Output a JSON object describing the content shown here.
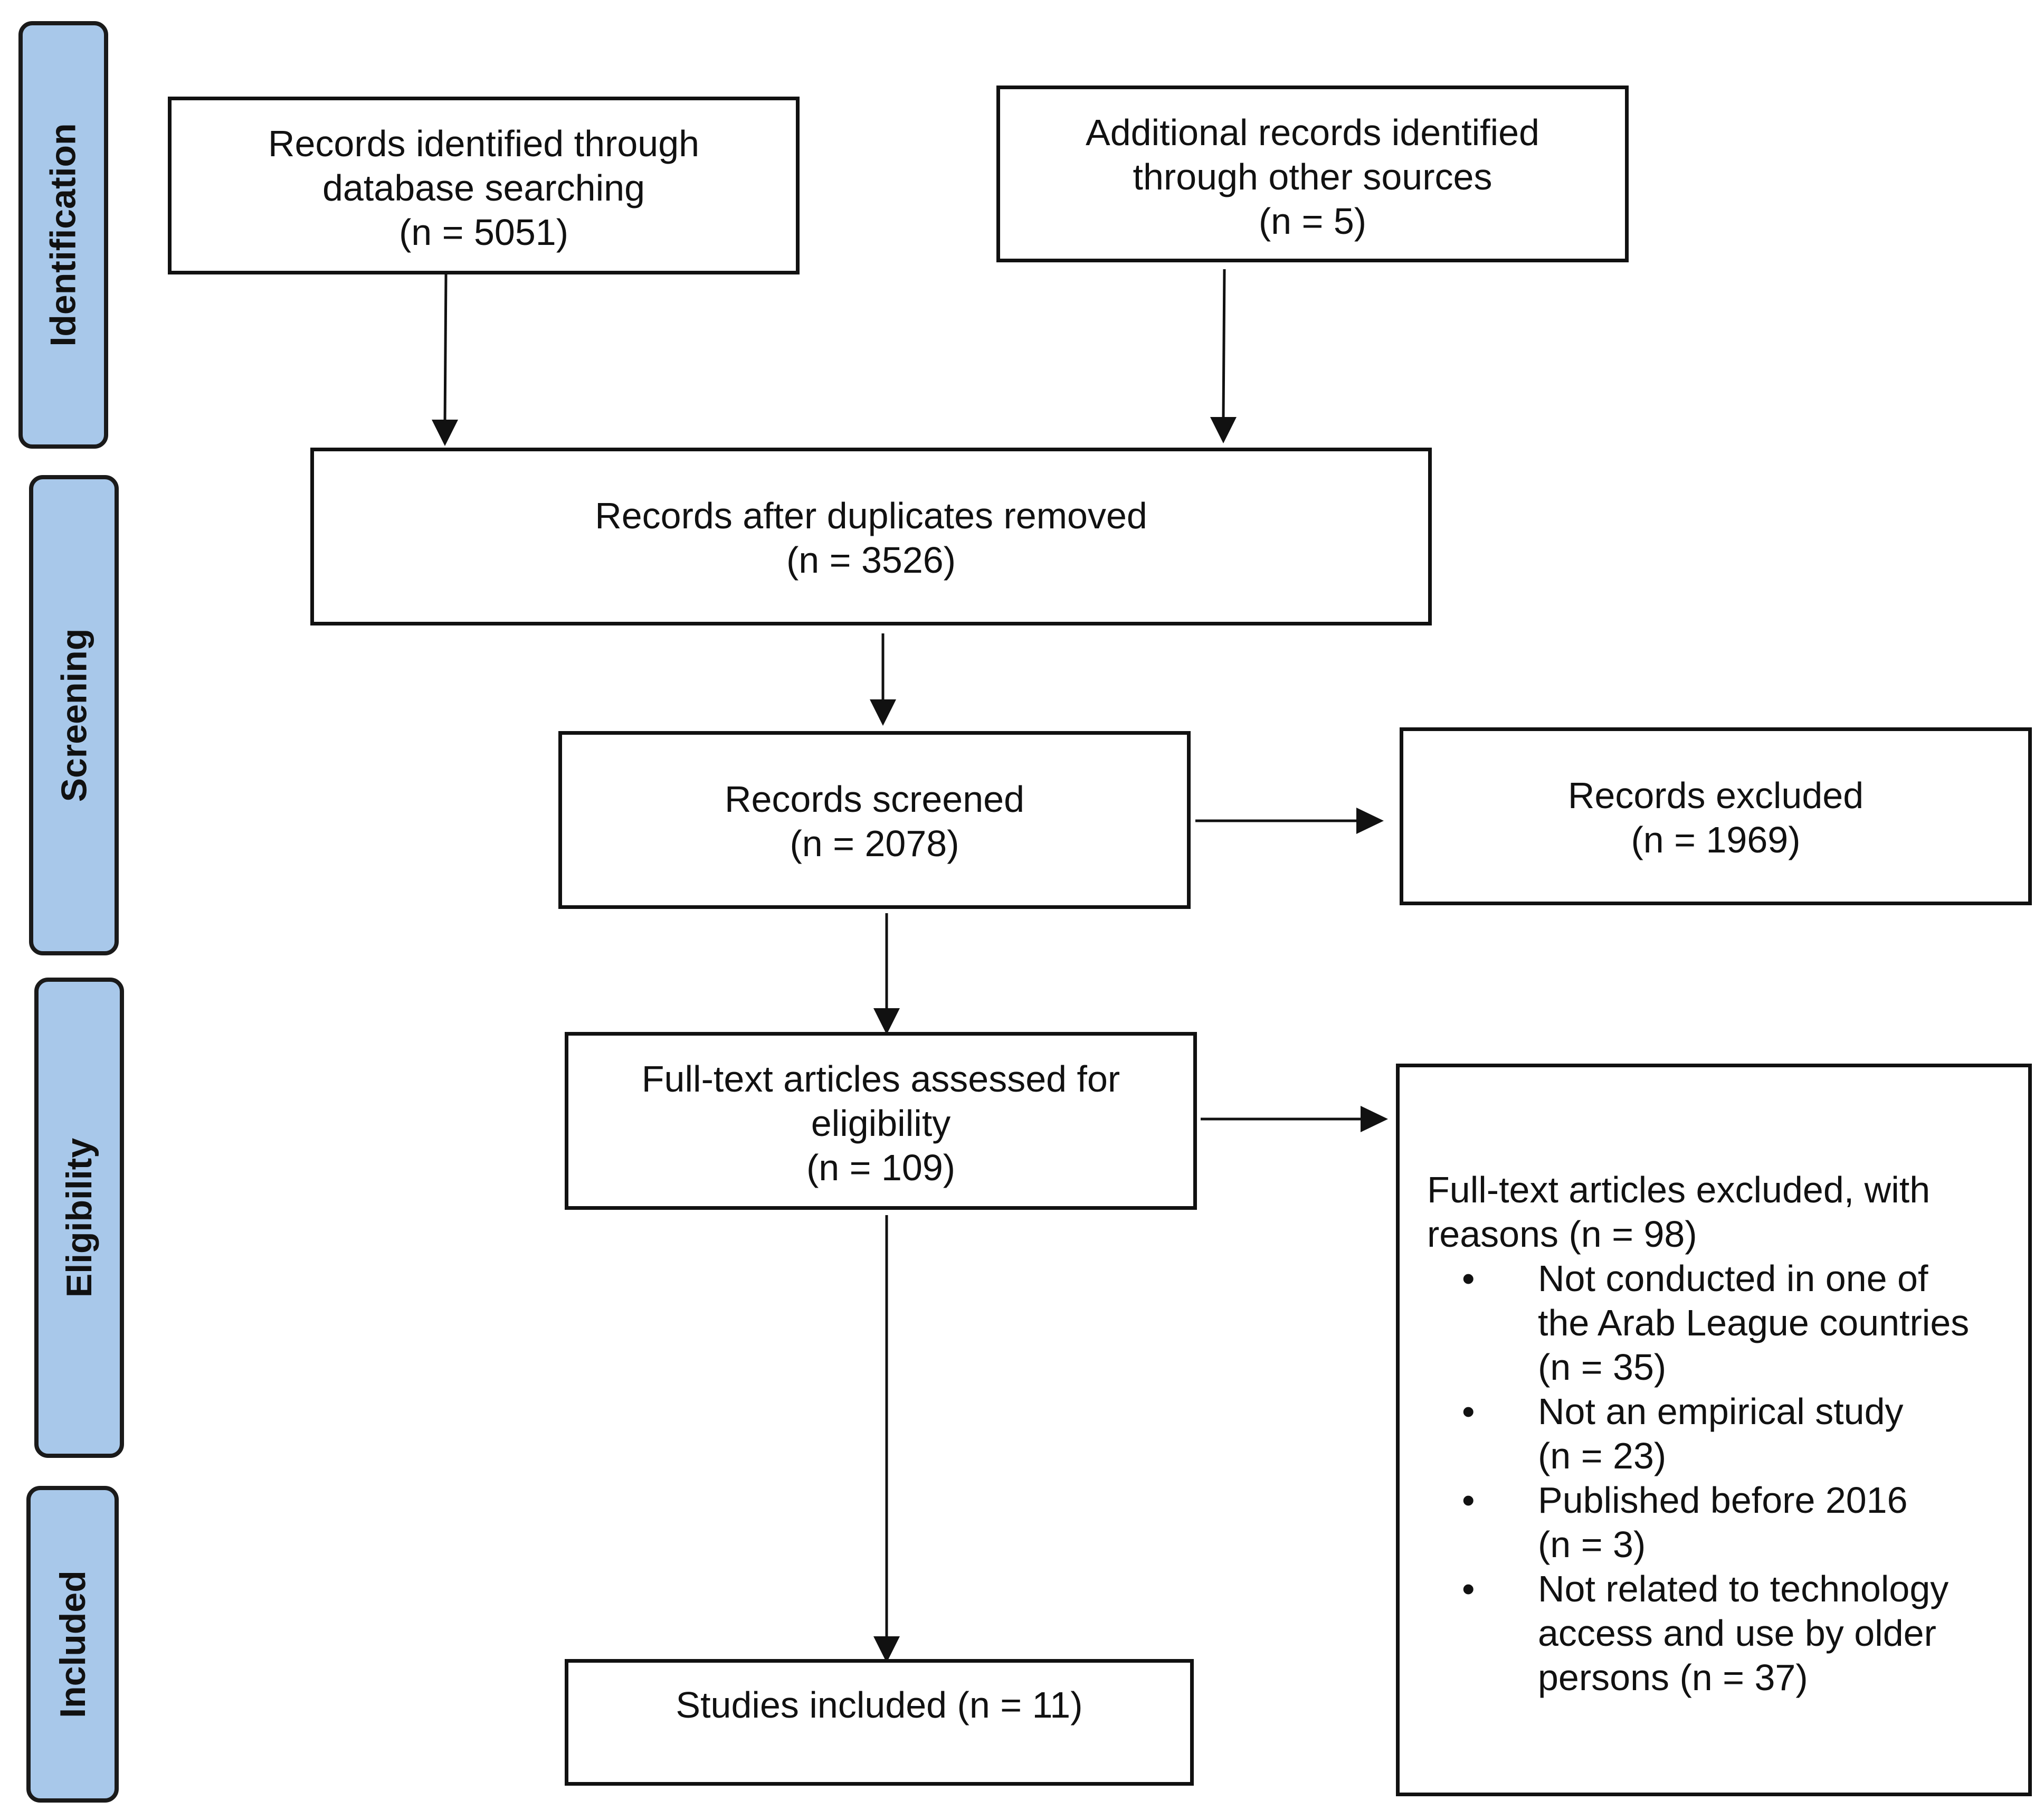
{
  "stages": {
    "identification": "Identification",
    "screening": "Screening",
    "eligibility": "Eligibility",
    "included": "Included"
  },
  "boxes": {
    "database": {
      "line1": "Records identified through",
      "line2": "database searching",
      "line3": "(n = 5051)"
    },
    "other": {
      "line1": "Additional records identified",
      "line2": "through other sources",
      "line3": "(n = 5)"
    },
    "duplicates": {
      "line1": "Records after duplicates removed",
      "line2": "(n = 3526)"
    },
    "screened": {
      "line1": "Records screened",
      "line2": "(n = 2078)"
    },
    "excluded": {
      "line1": "Records excluded",
      "line2": "(n = 1969)"
    },
    "fulltext": {
      "line1": "Full-text articles assessed for",
      "line2": "eligibility",
      "line3": "(n = 109)"
    },
    "included": {
      "line1": "Studies included (n = 11)"
    }
  },
  "fulltext_excluded": {
    "head1": "Full-text articles excluded, with",
    "head2": "reasons (n = 98)",
    "bullet": "•",
    "reasons": [
      {
        "lines": [
          "Not conducted in one of",
          "the Arab League countries",
          "(n = 35)"
        ]
      },
      {
        "lines": [
          "Not an empirical study",
          "(n = 23)"
        ]
      },
      {
        "lines": [
          "Published before 2016",
          "(n = 3)"
        ]
      },
      {
        "lines": [
          "Not related to technology",
          "access and use by older",
          "persons (n = 37)"
        ]
      }
    ]
  }
}
